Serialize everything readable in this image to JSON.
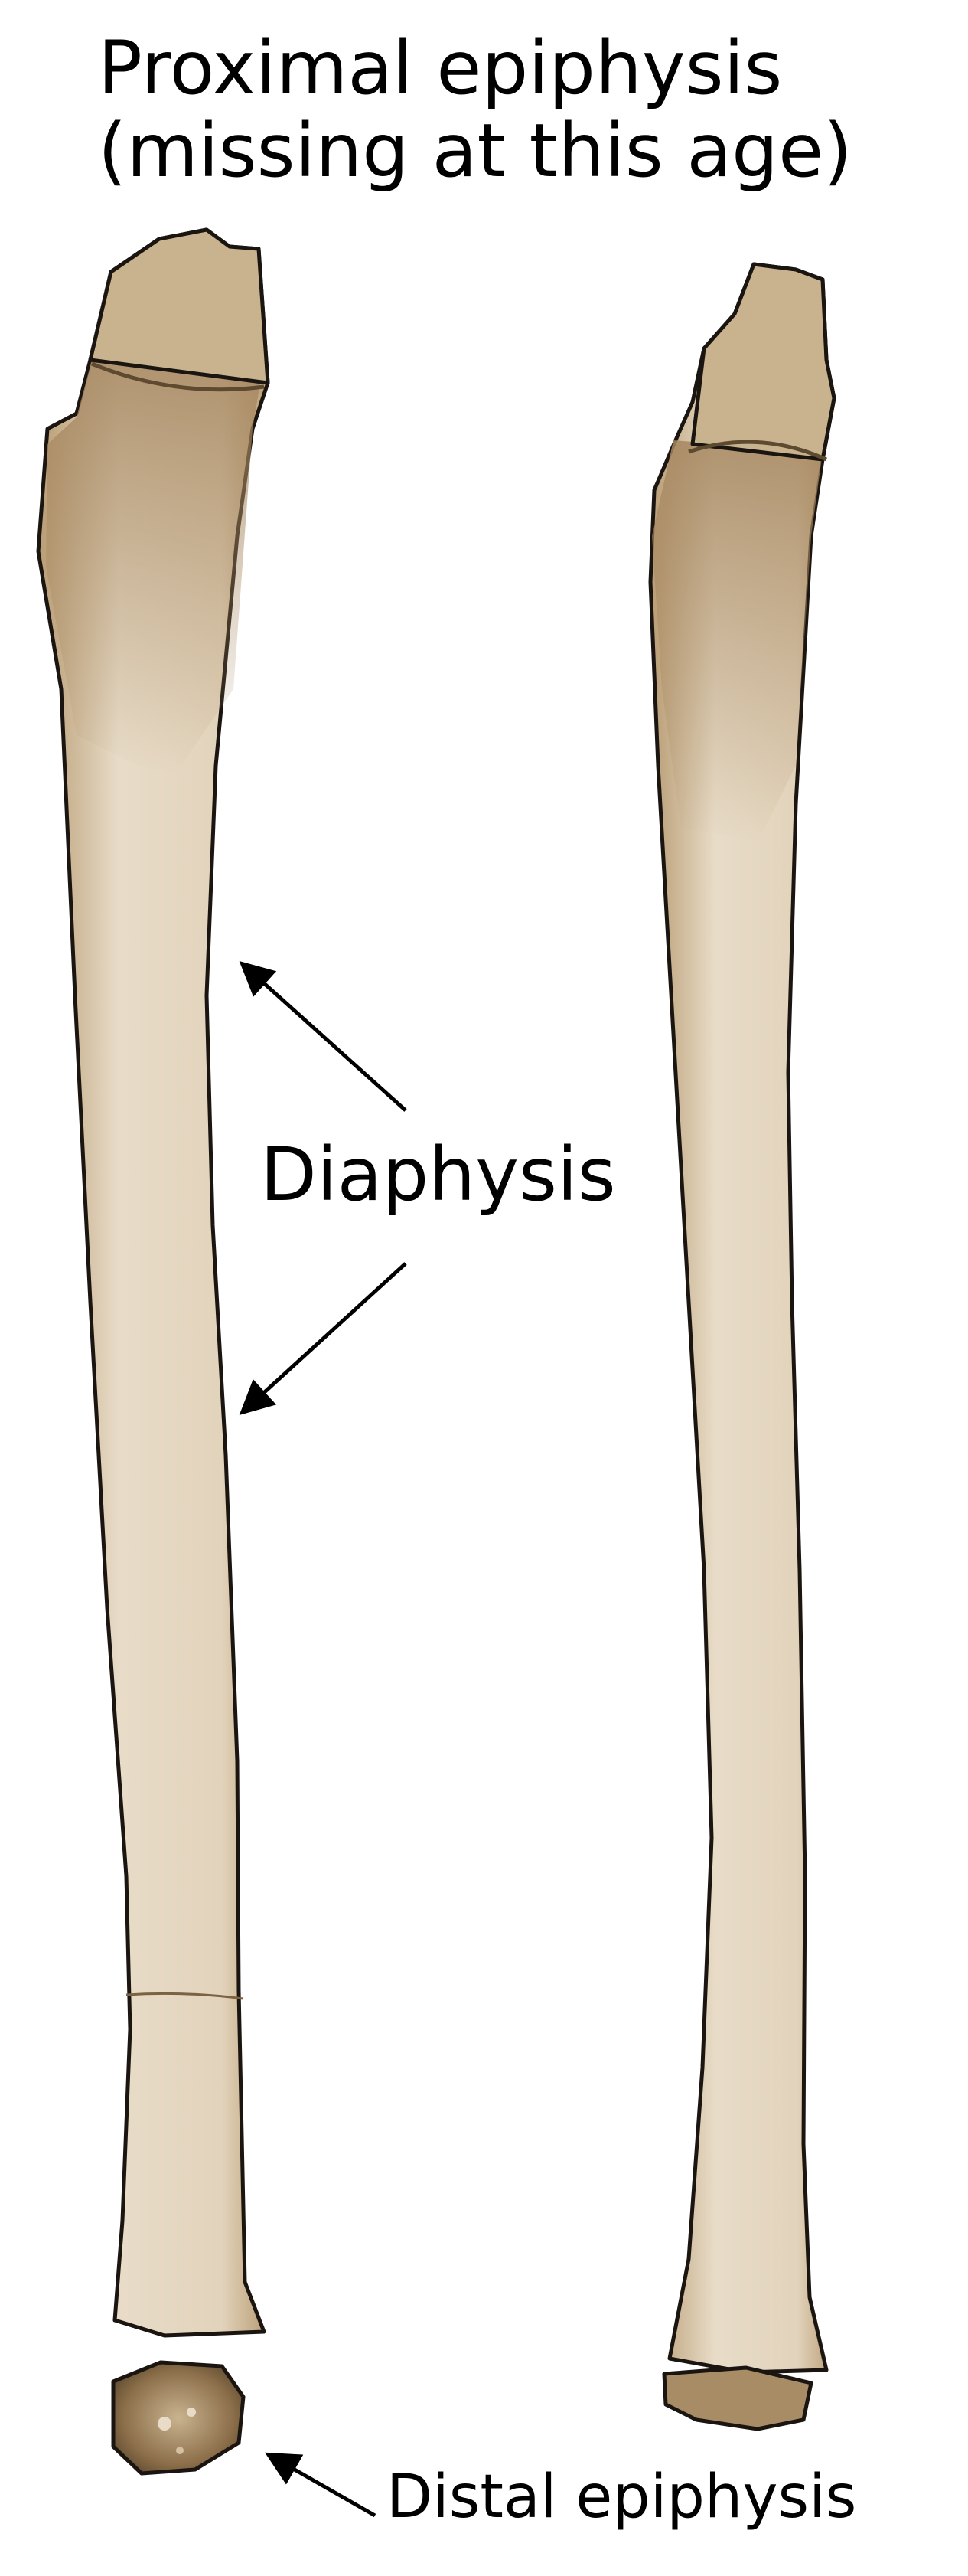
{
  "labels": {
    "proximal_line1": "Proximal epiphysis",
    "proximal_line2": "(missing at this age)",
    "diaphysis": "Diaphysis",
    "distal": "Distal epiphysis"
  },
  "colors": {
    "bone_light": "#e8dcc8",
    "bone_mid": "#c9b38f",
    "bone_dark": "#8c6f4a",
    "outline": "#1a1510",
    "arrow": "#000000",
    "background": "#ffffff"
  }
}
